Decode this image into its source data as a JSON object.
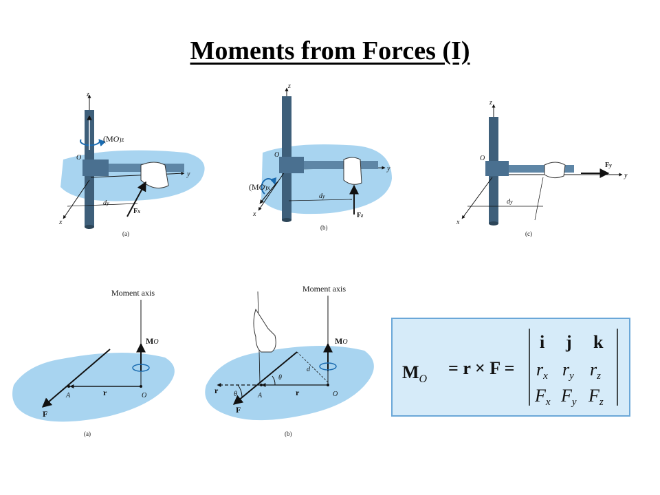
{
  "title": "Moments from Forces (I)",
  "wrench_figures": [
    {
      "caption": "(a)",
      "axis_z": "z",
      "axis_y": "y",
      "axis_x": "x",
      "origin": "O",
      "distance": "d",
      "distance_sub": "y",
      "force": "F",
      "force_sub": "x",
      "moment": "(M",
      "moment_o": "O",
      "moment_sub": ")z"
    },
    {
      "caption": "(b)",
      "axis_z": "z",
      "axis_y": "y",
      "axis_x": "x",
      "origin": "O",
      "distance": "d",
      "distance_sub": "y",
      "force": "F",
      "force_sub": "z",
      "moment": "(M",
      "moment_o": "O",
      "moment_sub": ")x"
    },
    {
      "caption": "(c)",
      "axis_z": "z",
      "axis_y": "y",
      "axis_x": "x",
      "origin": "O",
      "distance": "d",
      "distance_sub": "y",
      "force": "F",
      "force_sub": "y"
    }
  ],
  "moment_figures": [
    {
      "caption": "(a)",
      "axis_label": "Moment axis",
      "moment": "M",
      "moment_sub": "O",
      "point_a": "A",
      "origin": "O",
      "r": "r",
      "force": "F"
    },
    {
      "caption": "(b)",
      "axis_label": "Moment axis",
      "moment": "M",
      "moment_sub": "O",
      "point_a": "A",
      "origin": "O",
      "r": "r",
      "r2": "r",
      "force": "F",
      "theta": "θ",
      "distance": "d"
    }
  ],
  "equation": {
    "lhs_m": "M",
    "lhs_sub": "O",
    "rest": "= r × F =",
    "row1": [
      "i",
      "j",
      "k"
    ],
    "row2": [
      "r",
      "r",
      "r"
    ],
    "row2_subs": [
      "x",
      "y",
      "z"
    ],
    "row3": [
      "F",
      "F",
      "F"
    ],
    "row3_subs": [
      "x",
      "y",
      "z"
    ]
  },
  "colors": {
    "plane": "#a8d4f0",
    "plane_dark": "#7fbde6",
    "pipe": "#3e5f7a",
    "wrench": "#5e86a6",
    "eq_box_bg": "#d6ebf9",
    "eq_box_border": "#6aa7d8",
    "arrow_blue": "#1a6bb0"
  }
}
